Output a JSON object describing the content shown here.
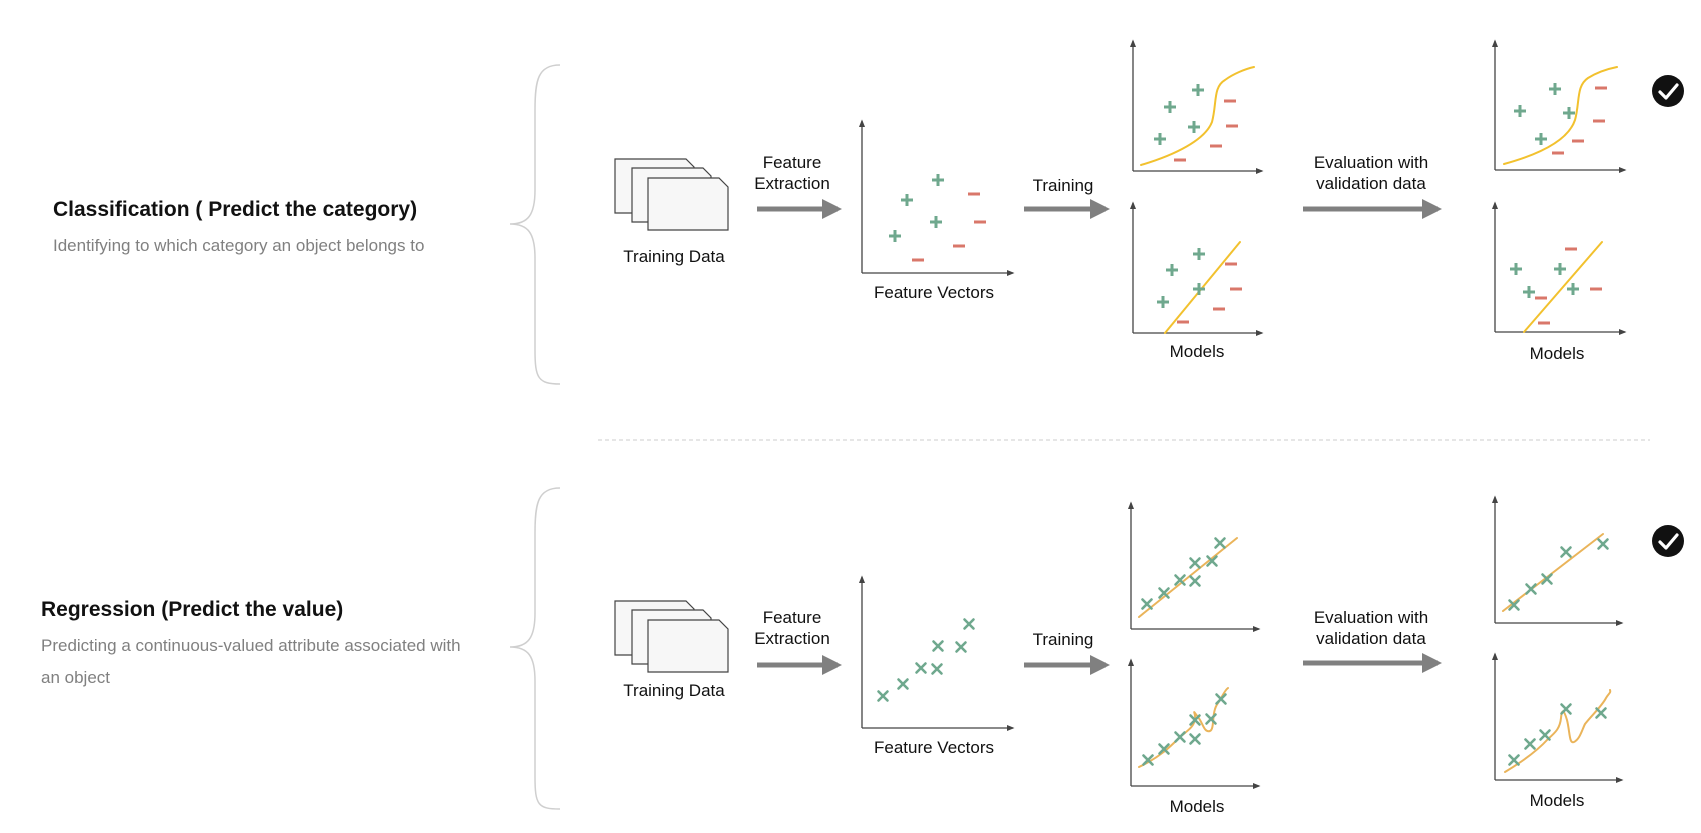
{
  "colors": {
    "positive": "#6fa88e",
    "negative": "#d9776a",
    "model_line": "#f2c12e",
    "regression_line": "#eab45a",
    "arrow": "#808080",
    "axis": "#444444",
    "check": "#111111"
  },
  "classification": {
    "title": "Classification ( Predict the category)",
    "description": "Identifying to which category an object belongs to",
    "training_data_label": "Training Data",
    "step1_label_line1": "Feature",
    "step1_label_line2": "Extraction",
    "feature_vectors_label": "Feature Vectors",
    "step2_label": "Training",
    "models_label": "Models",
    "step3_label_line1": "Evaluation with",
    "step3_label_line2": "validation data",
    "selected_models_label": "Models",
    "check_icon": "checkmark-circle-icon"
  },
  "regression": {
    "title": "Regression (Predict the value)",
    "description": "Predicting a continuous-valued attribute associated with an object",
    "training_data_label": "Training Data",
    "step1_label_line1": "Feature",
    "step1_label_line2": "Extraction",
    "feature_vectors_label": "Feature Vectors",
    "step2_label": "Training",
    "models_label": "Models",
    "step3_label_line1": "Evaluation with",
    "step3_label_line2": "validation data",
    "selected_models_label": "Models",
    "check_icon": "checkmark-circle-icon"
  }
}
